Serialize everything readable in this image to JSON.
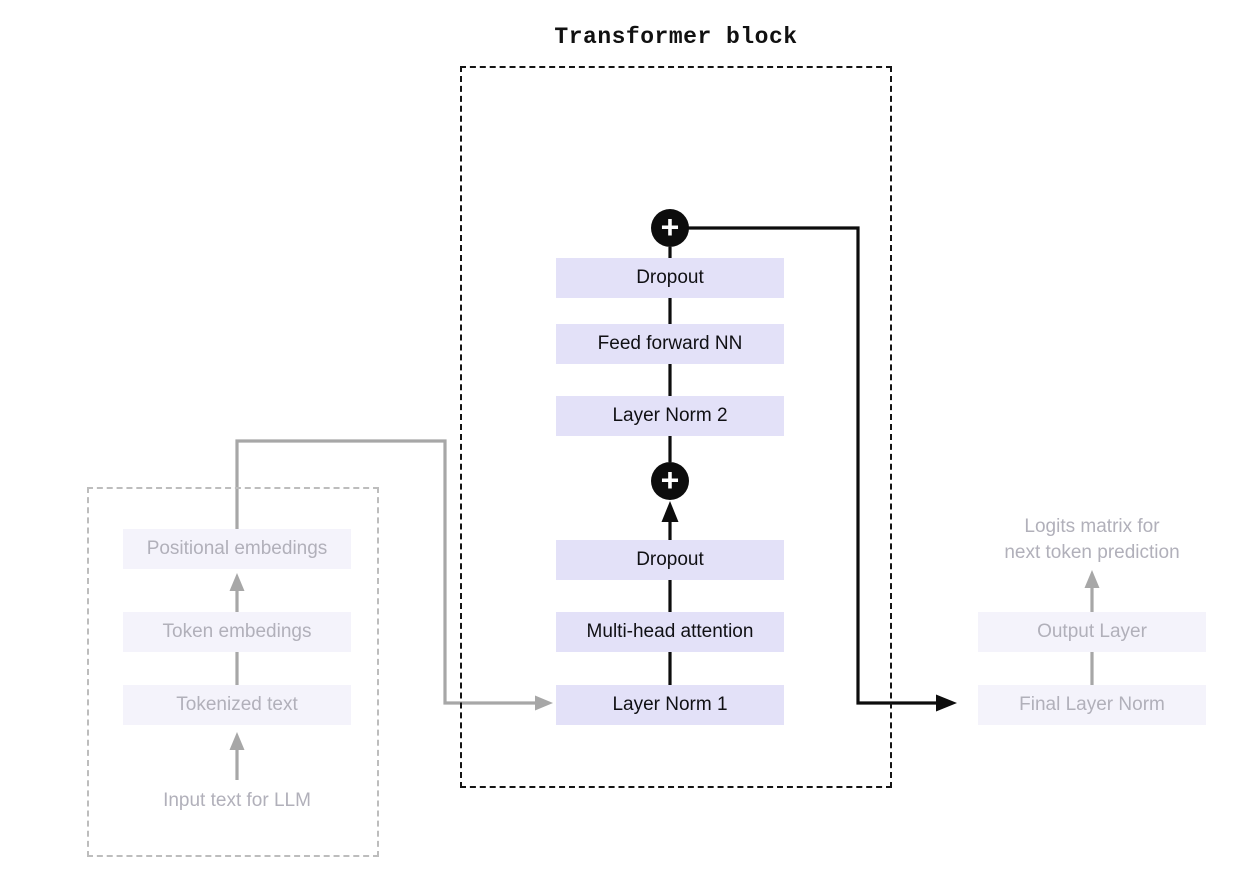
{
  "title": "Transformer block",
  "icons": {
    "add_symbol": "+"
  },
  "colors": {
    "block_fill": "#e3e1f8",
    "faded_fill": "#f4f3fb",
    "faded_text": "#b1b0ba",
    "label_text": "#101014",
    "line_gray": "#a7a7a7",
    "line_black": "#0d0d0d",
    "dash_black": "#141414",
    "dash_gray": "#bdbdbd"
  },
  "transformer": {
    "boxes": [
      {
        "label": "Dropout"
      },
      {
        "label": "Feed forward NN"
      },
      {
        "label": "Layer Norm 2"
      },
      {
        "label": "Dropout"
      },
      {
        "label": "Multi-head attention"
      },
      {
        "label": "Layer Norm 1"
      }
    ]
  },
  "input_pipeline": {
    "boxes": [
      {
        "label": "Positional embedings"
      },
      {
        "label": "Token embedings"
      },
      {
        "label": "Tokenized text"
      }
    ],
    "caption": "Input text for LLM"
  },
  "output_pipeline": {
    "boxes": [
      {
        "label": "Output Layer"
      },
      {
        "label": "Final Layer Norm"
      }
    ],
    "caption_line1": "Logits matrix for",
    "caption_line2": "next token prediction"
  }
}
